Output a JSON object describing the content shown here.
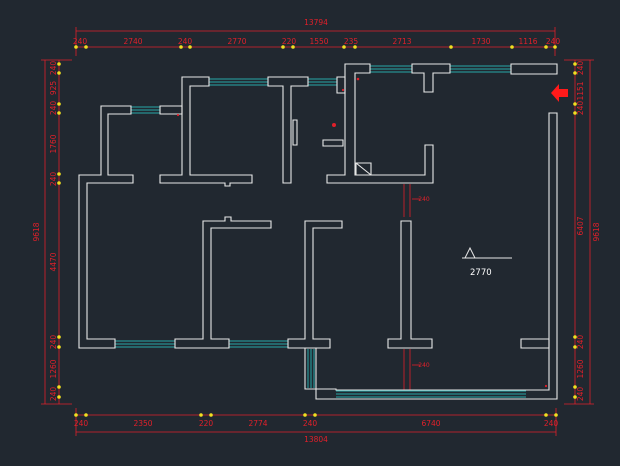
{
  "colors": {
    "background": "#212830",
    "wall": "#e8e8e8",
    "window": "#27a9a8",
    "dimension": "#e0202a",
    "tick": "#f0e020",
    "label": "#ffffff"
  },
  "dims": {
    "top_total": "13794",
    "top": [
      "240",
      "2740",
      "240",
      "2770",
      "220",
      "1550",
      "235",
      "2713",
      "1730",
      "1116",
      "240"
    ],
    "bottom_total": "13804",
    "bottom": [
      "240",
      "2350",
      "220",
      "2774",
      "240",
      "6740",
      "240"
    ],
    "left_outer": "9618",
    "left": [
      "240",
      "925",
      "240",
      "1760",
      "240",
      "4470",
      "240",
      "1260",
      "240"
    ],
    "right_outer": "9618",
    "right": [
      "240",
      "1151",
      "240",
      "6407",
      "240",
      "1260",
      "240"
    ],
    "inner_a": "240",
    "inner_b": "240"
  },
  "annotations": {
    "room_dimension": "2770"
  },
  "icons": {
    "entrance_arrow": "arrow-left-icon",
    "level_marker": "elevation-triangle-icon"
  }
}
